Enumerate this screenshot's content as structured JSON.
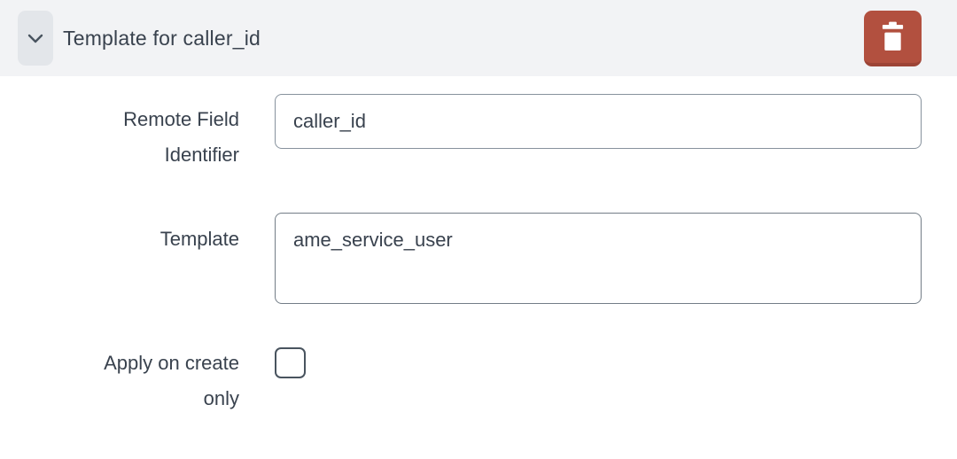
{
  "section": {
    "title": "Template for caller_id",
    "collapse_button": {
      "icon": "chevron-down-icon"
    },
    "delete_button": {
      "icon": "trash-icon"
    }
  },
  "form": {
    "fields": [
      {
        "label": "Remote Field Identifier",
        "type": "text",
        "value": "caller_id"
      },
      {
        "label": "Template",
        "type": "textarea",
        "value": "ame_service_user"
      },
      {
        "label": "Apply on create only",
        "type": "checkbox",
        "checked": false
      }
    ]
  },
  "colors": {
    "header_bg": "#f2f3f5",
    "collapse_button_bg": "#e3e6ea",
    "danger": "#b2503f",
    "danger_shade": "#9c4436",
    "text": "#39424e",
    "input_border": "#87929d",
    "textarea_border": "#737d87",
    "checkbox_border": "#49545f"
  }
}
